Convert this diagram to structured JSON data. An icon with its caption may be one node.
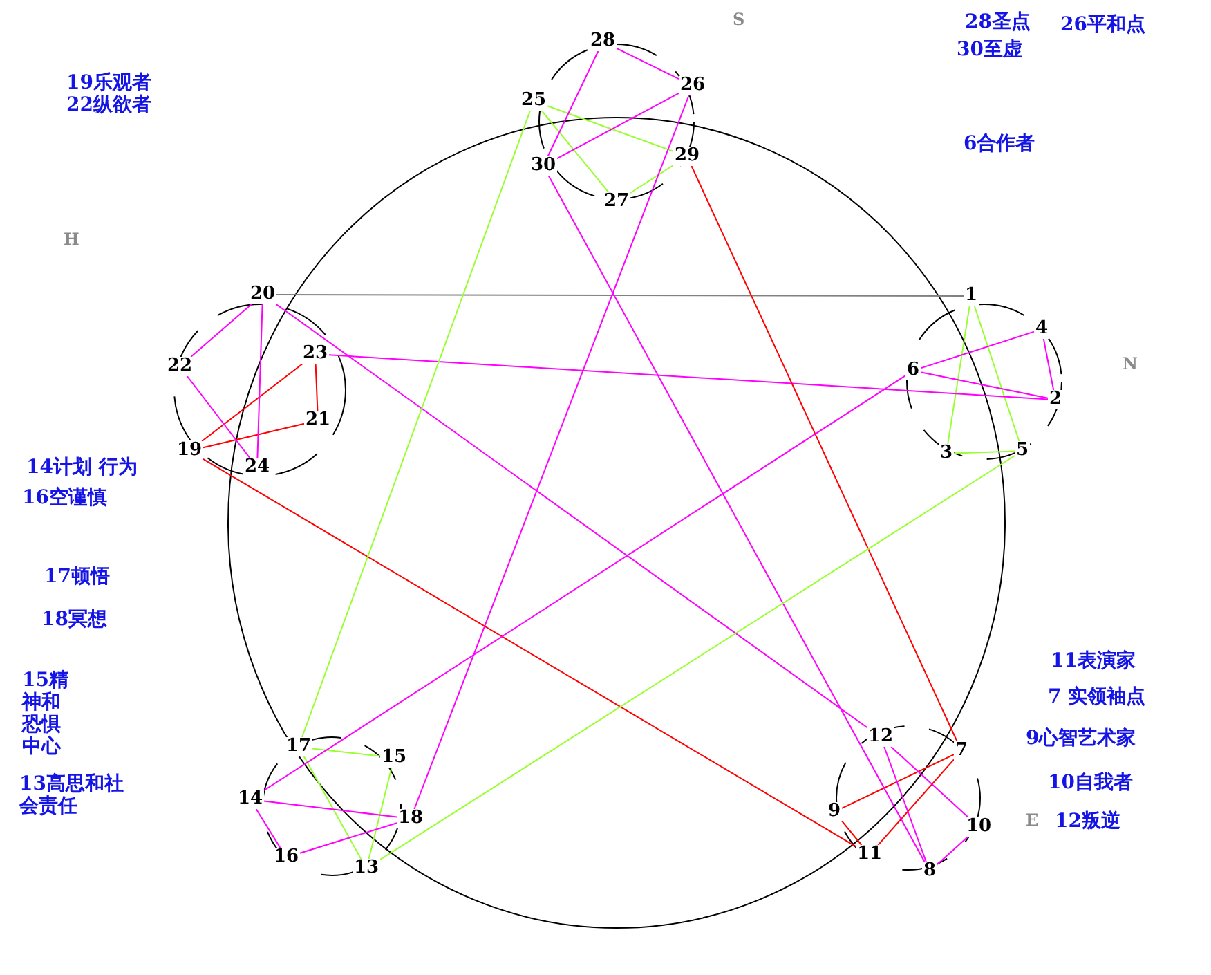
{
  "diagram": {
    "nodes": [
      {
        "text": [
          "1"
        ]
      },
      {
        "text": [
          "2"
        ]
      },
      {
        "text": [
          "3"
        ]
      },
      {
        "text": [
          "4"
        ]
      },
      {
        "text": [
          "5"
        ]
      },
      {
        "text": [
          "6"
        ]
      },
      {
        "text": [
          "7"
        ]
      },
      {
        "text": [
          "8"
        ]
      },
      {
        "text": [
          "9"
        ]
      },
      {
        "text": [
          "10"
        ]
      },
      {
        "text": [
          "11"
        ]
      },
      {
        "text": [
          "12"
        ]
      },
      {
        "text": [
          "13"
        ]
      },
      {
        "text": [
          "14"
        ]
      },
      {
        "text": [
          "15"
        ]
      },
      {
        "text": [
          "16"
        ]
      },
      {
        "text": [
          "17"
        ]
      },
      {
        "text": [
          "18"
        ]
      },
      {
        "text": [
          "19"
        ]
      },
      {
        "text": [
          "20"
        ]
      },
      {
        "text": [
          "21"
        ]
      },
      {
        "text": [
          "22"
        ]
      },
      {
        "text": [
          "23"
        ]
      },
      {
        "text": [
          "24"
        ]
      },
      {
        "text": [
          "25"
        ]
      },
      {
        "text": [
          "26"
        ]
      },
      {
        "text": [
          "27"
        ]
      },
      {
        "text": [
          "28"
        ]
      },
      {
        "text": [
          "29"
        ]
      },
      {
        "text": [
          "30"
        ]
      }
    ],
    "edges": [
      {
        "from": 0,
        "to": 2,
        "arrow": "none",
        "color": "#99ff33"
      },
      {
        "from": 0,
        "to": 4,
        "arrow": "none",
        "color": "#99ff33"
      },
      {
        "from": 2,
        "to": 4,
        "arrow": "none",
        "color": "#99ff33"
      },
      {
        "from": 5,
        "to": 3,
        "arrow": "none"
      },
      {
        "from": 3,
        "to": 1,
        "arrow": "none"
      },
      {
        "from": 5,
        "to": 1,
        "arrow": "none"
      },
      {
        "from": 6,
        "to": 8,
        "arrow": "none",
        "color": "#ff0000"
      },
      {
        "from": 8,
        "to": 10,
        "arrow": "none",
        "color": "#ff0000"
      },
      {
        "from": 10,
        "to": 6,
        "arrow": "none",
        "color": "#ff0000"
      },
      {
        "from": 11,
        "to": 7,
        "arrow": "none"
      },
      {
        "from": 7,
        "to": 9,
        "arrow": "none"
      },
      {
        "from": 11,
        "to": 9,
        "arrow": "none"
      },
      {
        "from": 16,
        "to": 14,
        "arrow": "none",
        "color": "#99ff33"
      },
      {
        "from": 14,
        "to": 12,
        "arrow": "none",
        "color": "#99ff33"
      },
      {
        "from": 16,
        "to": 12,
        "arrow": "none",
        "color": "#99ff33"
      },
      {
        "from": 13,
        "to": 17,
        "arrow": "none"
      },
      {
        "from": 13,
        "to": 15,
        "arrow": "none"
      },
      {
        "from": 15,
        "to": 17,
        "arrow": "none"
      },
      {
        "from": 18,
        "to": 20,
        "arrow": "none",
        "color": "#ff0000"
      },
      {
        "from": 20,
        "to": 22,
        "arrow": "none",
        "color": "#ff0000"
      },
      {
        "from": 18,
        "to": 22,
        "arrow": "none",
        "color": "#ff0000"
      },
      {
        "from": 19,
        "to": 21,
        "arrow": "none"
      },
      {
        "from": 21,
        "to": 23,
        "arrow": "none"
      },
      {
        "from": 19,
        "to": 23,
        "arrow": "none"
      },
      {
        "from": 24,
        "to": 26,
        "arrow": "none",
        "color": "#99ff33"
      },
      {
        "from": 26,
        "to": 28,
        "arrow": "none",
        "color": "#99ff33"
      },
      {
        "from": 24,
        "to": 28,
        "arrow": "none",
        "color": "#99ff33"
      },
      {
        "from": 27,
        "to": 25,
        "arrow": "none"
      },
      {
        "from": 25,
        "to": 29,
        "arrow": "none"
      },
      {
        "from": 27,
        "to": 29,
        "arrow": "none"
      },
      {
        "from": 19,
        "to": 0,
        "arrow": "none",
        "color": "#808080"
      },
      {
        "from": 22,
        "to": 1,
        "arrow": "none"
      },
      {
        "from": 18,
        "to": 10,
        "arrow": "none",
        "color": "#ff0000"
      },
      {
        "from": 19,
        "to": 11,
        "arrow": "none"
      },
      {
        "from": 24,
        "to": 16,
        "arrow": "none",
        "color": "#99ff33"
      },
      {
        "from": 25,
        "to": 17,
        "arrow": "none"
      },
      {
        "from": 28,
        "to": 6,
        "arrow": "none",
        "color": "#ff0000"
      },
      {
        "from": 29,
        "to": 7,
        "arrow": "none"
      },
      {
        "from": 5,
        "to": 13,
        "arrow": "none"
      },
      {
        "from": 4,
        "to": 12,
        "arrow": "none",
        "color": "#99ff33"
      }
    ],
    "labels": [
      "S",
      "28圣点",
      "26平和点",
      "30至虚",
      "19乐观者",
      "22纵欲者",
      "6合作者",
      "H",
      "N",
      "14计划 行为",
      "16空谨慎",
      "17顿悟",
      "18冥想",
      "11表演家",
      "15精神和恐惧中心",
      "7 实领袖点",
      "9心智艺术家",
      "13高思和社会责任",
      "10自我者",
      "E",
      "12叛逆"
    ]
  }
}
